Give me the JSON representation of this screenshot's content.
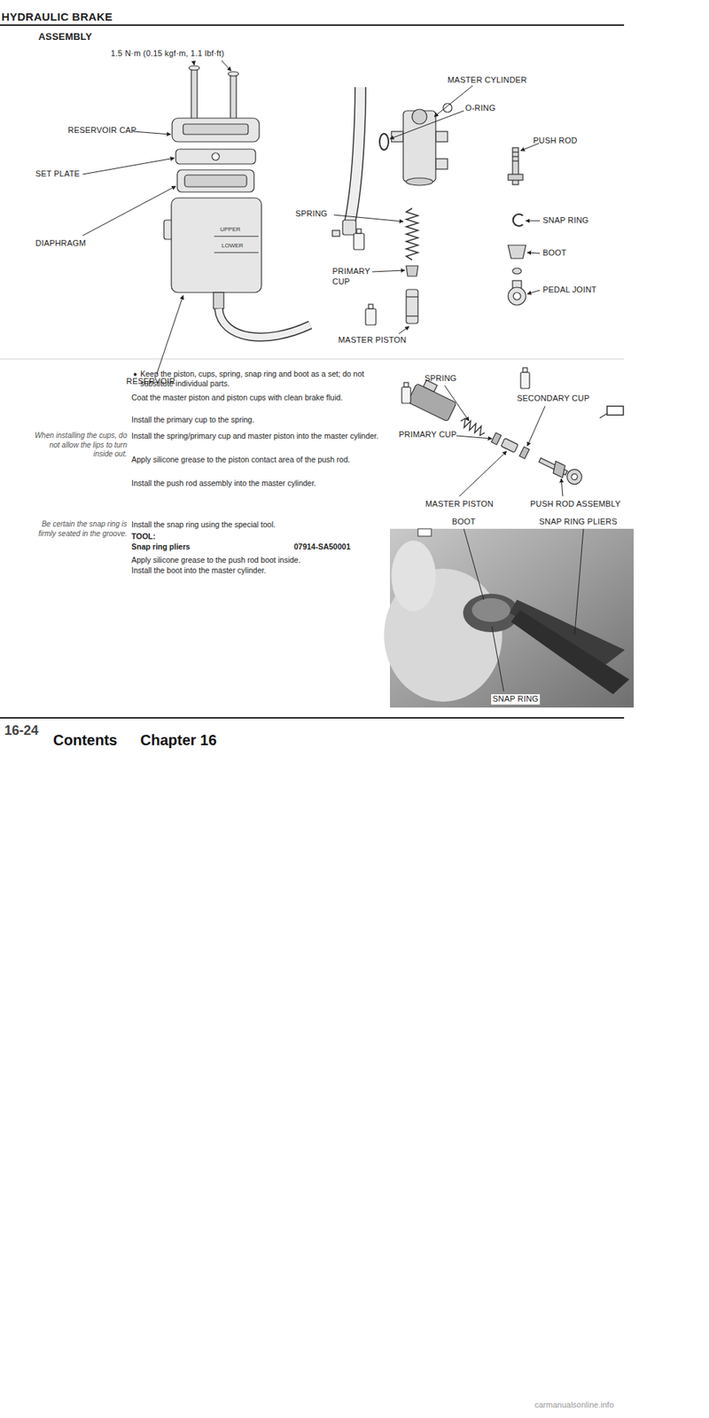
{
  "diagram": {
    "title": "HYDRAULIC BRAKE",
    "labels": [
      "ASSEMBLY",
      "1.5 N·m (0.15 kgf·m, 1.1 lbf·ft)",
      "RESERVOIR CAP",
      "SET PLATE",
      "DIAPHRAGM",
      "UPPER",
      "LOWER",
      "RESERVOIR",
      "MASTER CYLINDER",
      "O-RING",
      "PUSH ROD",
      "SPRING",
      "SNAP RING",
      "BOOT",
      "PRIMARY CUP",
      "PEDAL JOINT",
      "MASTER PISTON",
      "Keep the piston, cups, spring, snap ring and boot as a set; do not substitute individual parts.",
      "Coat the master piston and piston cups with clean brake fluid.",
      "Install the primary cup to the spring.",
      "When installing the cups, do not allow the lips to turn inside out.",
      "Install the spring/primary cup and master piston into the master cylinder.",
      "Apply silicone grease to the piston contact area of the push rod.",
      "Install the push rod assembly into the master cylinder.",
      "SPRING",
      "SECONDARY CUP",
      "PRIMARY CUP",
      "MASTER PISTON",
      "PUSH ROD ASSEMBLY",
      "Install the snap ring using the special tool.",
      "Be certain the snap ring is firmly seated in the groove.",
      "TOOL:",
      "Snap ring pliers",
      "07914-SA50001",
      "Apply silicone grease to the push rod boot inside.",
      "Install the boot into the master cylinder.",
      "BOOT",
      "SNAP RING PLIERS",
      "SNAP RING",
      "16-24",
      "Contents",
      "Chapter 16",
      "carmanualsonline.info"
    ]
  }
}
